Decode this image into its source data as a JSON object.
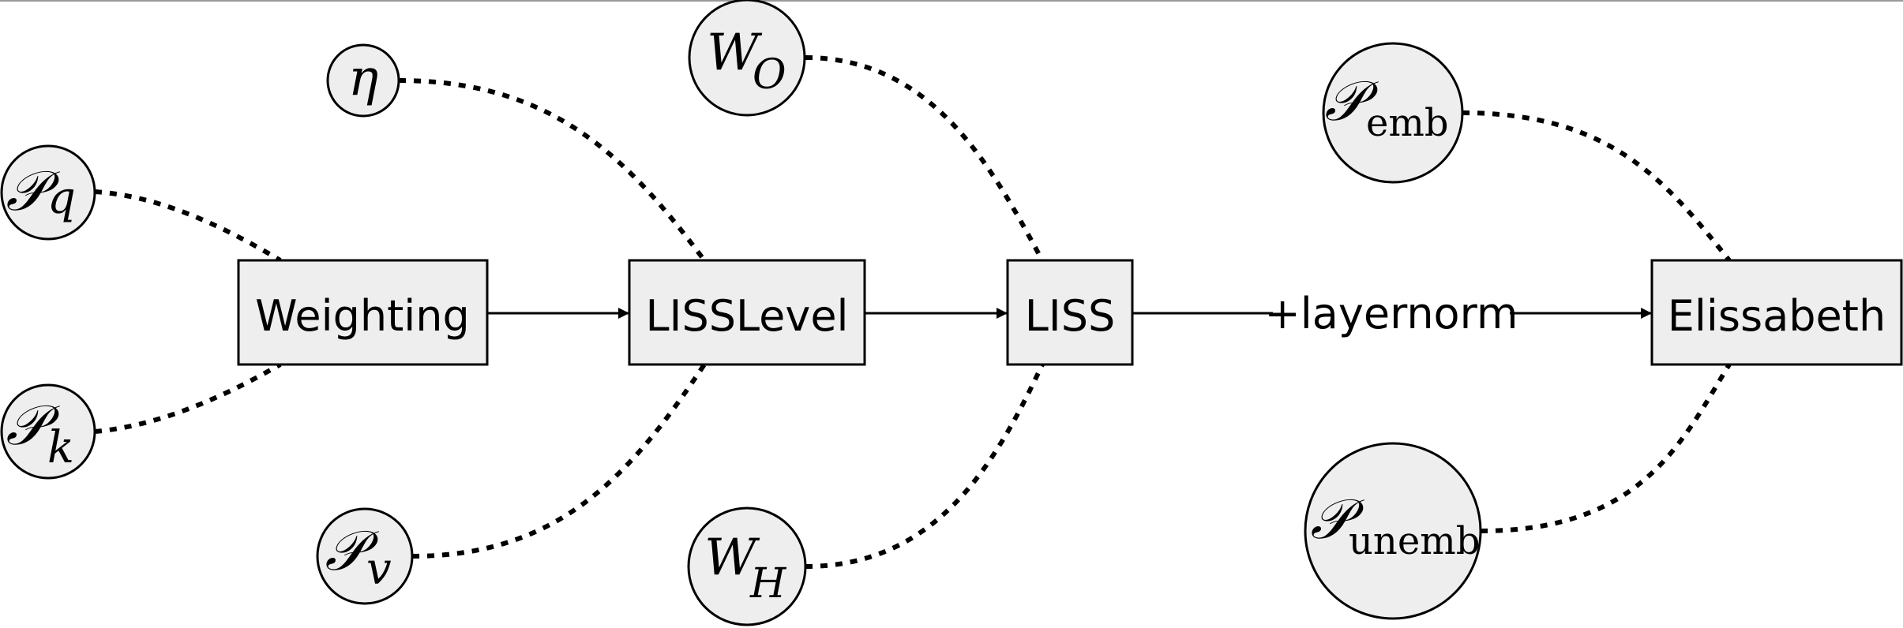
{
  "boxes": {
    "weighting": "Weighting",
    "lisslevel": "LISSLevel",
    "liss": "LISS",
    "elissabeth": "Elissabeth"
  },
  "edge_labels": {
    "liss_to_elissabeth": "+layernorm"
  },
  "params": {
    "p_q": {
      "symbol": "𝒫",
      "sub": "q"
    },
    "p_k": {
      "symbol": "𝒫",
      "sub": "k"
    },
    "eta": {
      "symbol": "η"
    },
    "p_v": {
      "symbol": "𝒫",
      "sub": "v"
    },
    "w_o": {
      "symbol": "W",
      "sub": "O"
    },
    "w_h": {
      "symbol": "W",
      "sub": "H"
    },
    "p_emb": {
      "symbol": "𝒫",
      "sub": "emb"
    },
    "p_unemb": {
      "symbol": "𝒫",
      "sub": "unemb"
    }
  }
}
